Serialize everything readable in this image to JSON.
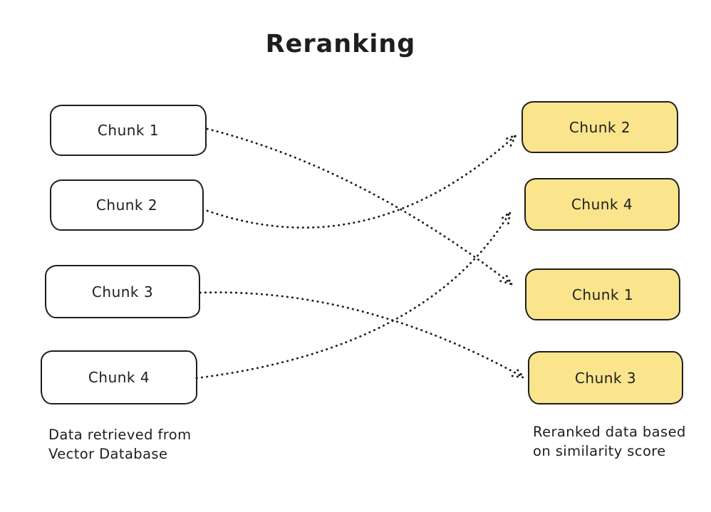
{
  "title": "Reranking",
  "colors": {
    "ink": "#1e1e1e",
    "highlight_fill": "#fae58c",
    "plain_fill": "#ffffff",
    "background": "#ffffff"
  },
  "left_column": {
    "caption": "Data retrieved from\nVector Database",
    "boxes": [
      {
        "label": "Chunk 1"
      },
      {
        "label": "Chunk 2"
      },
      {
        "label": "Chunk 3"
      },
      {
        "label": "Chunk 4"
      }
    ]
  },
  "right_column": {
    "caption": "Reranked data based\non similarity score",
    "boxes": [
      {
        "label": "Chunk 2"
      },
      {
        "label": "Chunk 4"
      },
      {
        "label": "Chunk 1"
      },
      {
        "label": "Chunk 3"
      }
    ]
  },
  "connections": [
    {
      "from": "Chunk 1",
      "to": "Chunk 1",
      "style": "dotted-arrow"
    },
    {
      "from": "Chunk 2",
      "to": "Chunk 2",
      "style": "dotted-arrow"
    },
    {
      "from": "Chunk 3",
      "to": "Chunk 3",
      "style": "dotted-arrow"
    },
    {
      "from": "Chunk 4",
      "to": "Chunk 4",
      "style": "dotted-arrow"
    }
  ]
}
